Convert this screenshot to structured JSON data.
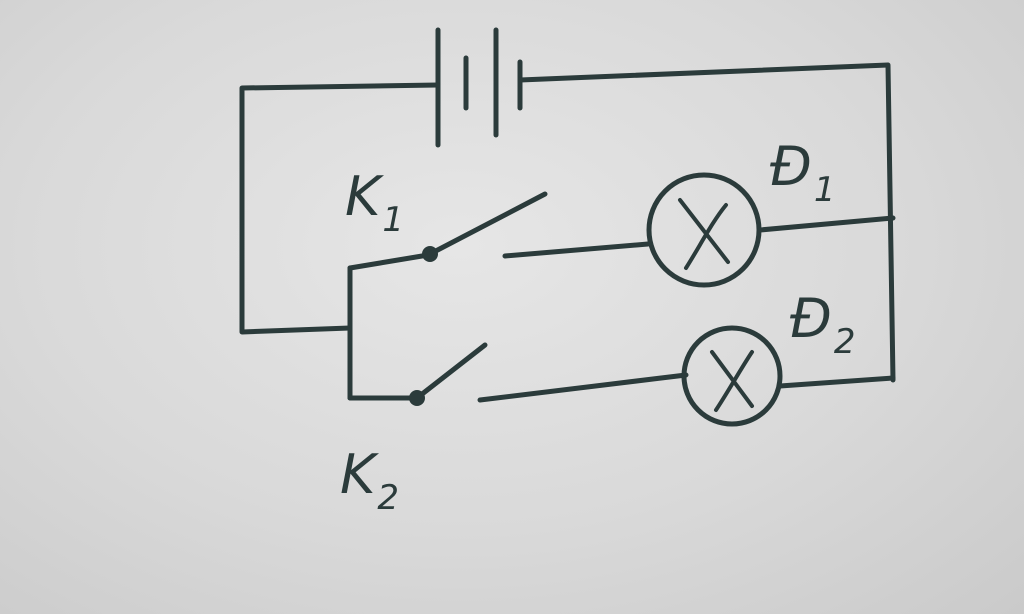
{
  "diagram": {
    "labels": {
      "switch1": {
        "letter": "K",
        "sub": "1"
      },
      "switch2": {
        "letter": "K",
        "sub": "2"
      },
      "lamp1": {
        "letter": "Đ",
        "sub": "1"
      },
      "lamp2": {
        "letter": "Đ",
        "sub": "2"
      }
    },
    "lamp_symbol": "X",
    "colors": {
      "ink": "#2b3b3b",
      "paper": "#dcdcdc"
    }
  }
}
